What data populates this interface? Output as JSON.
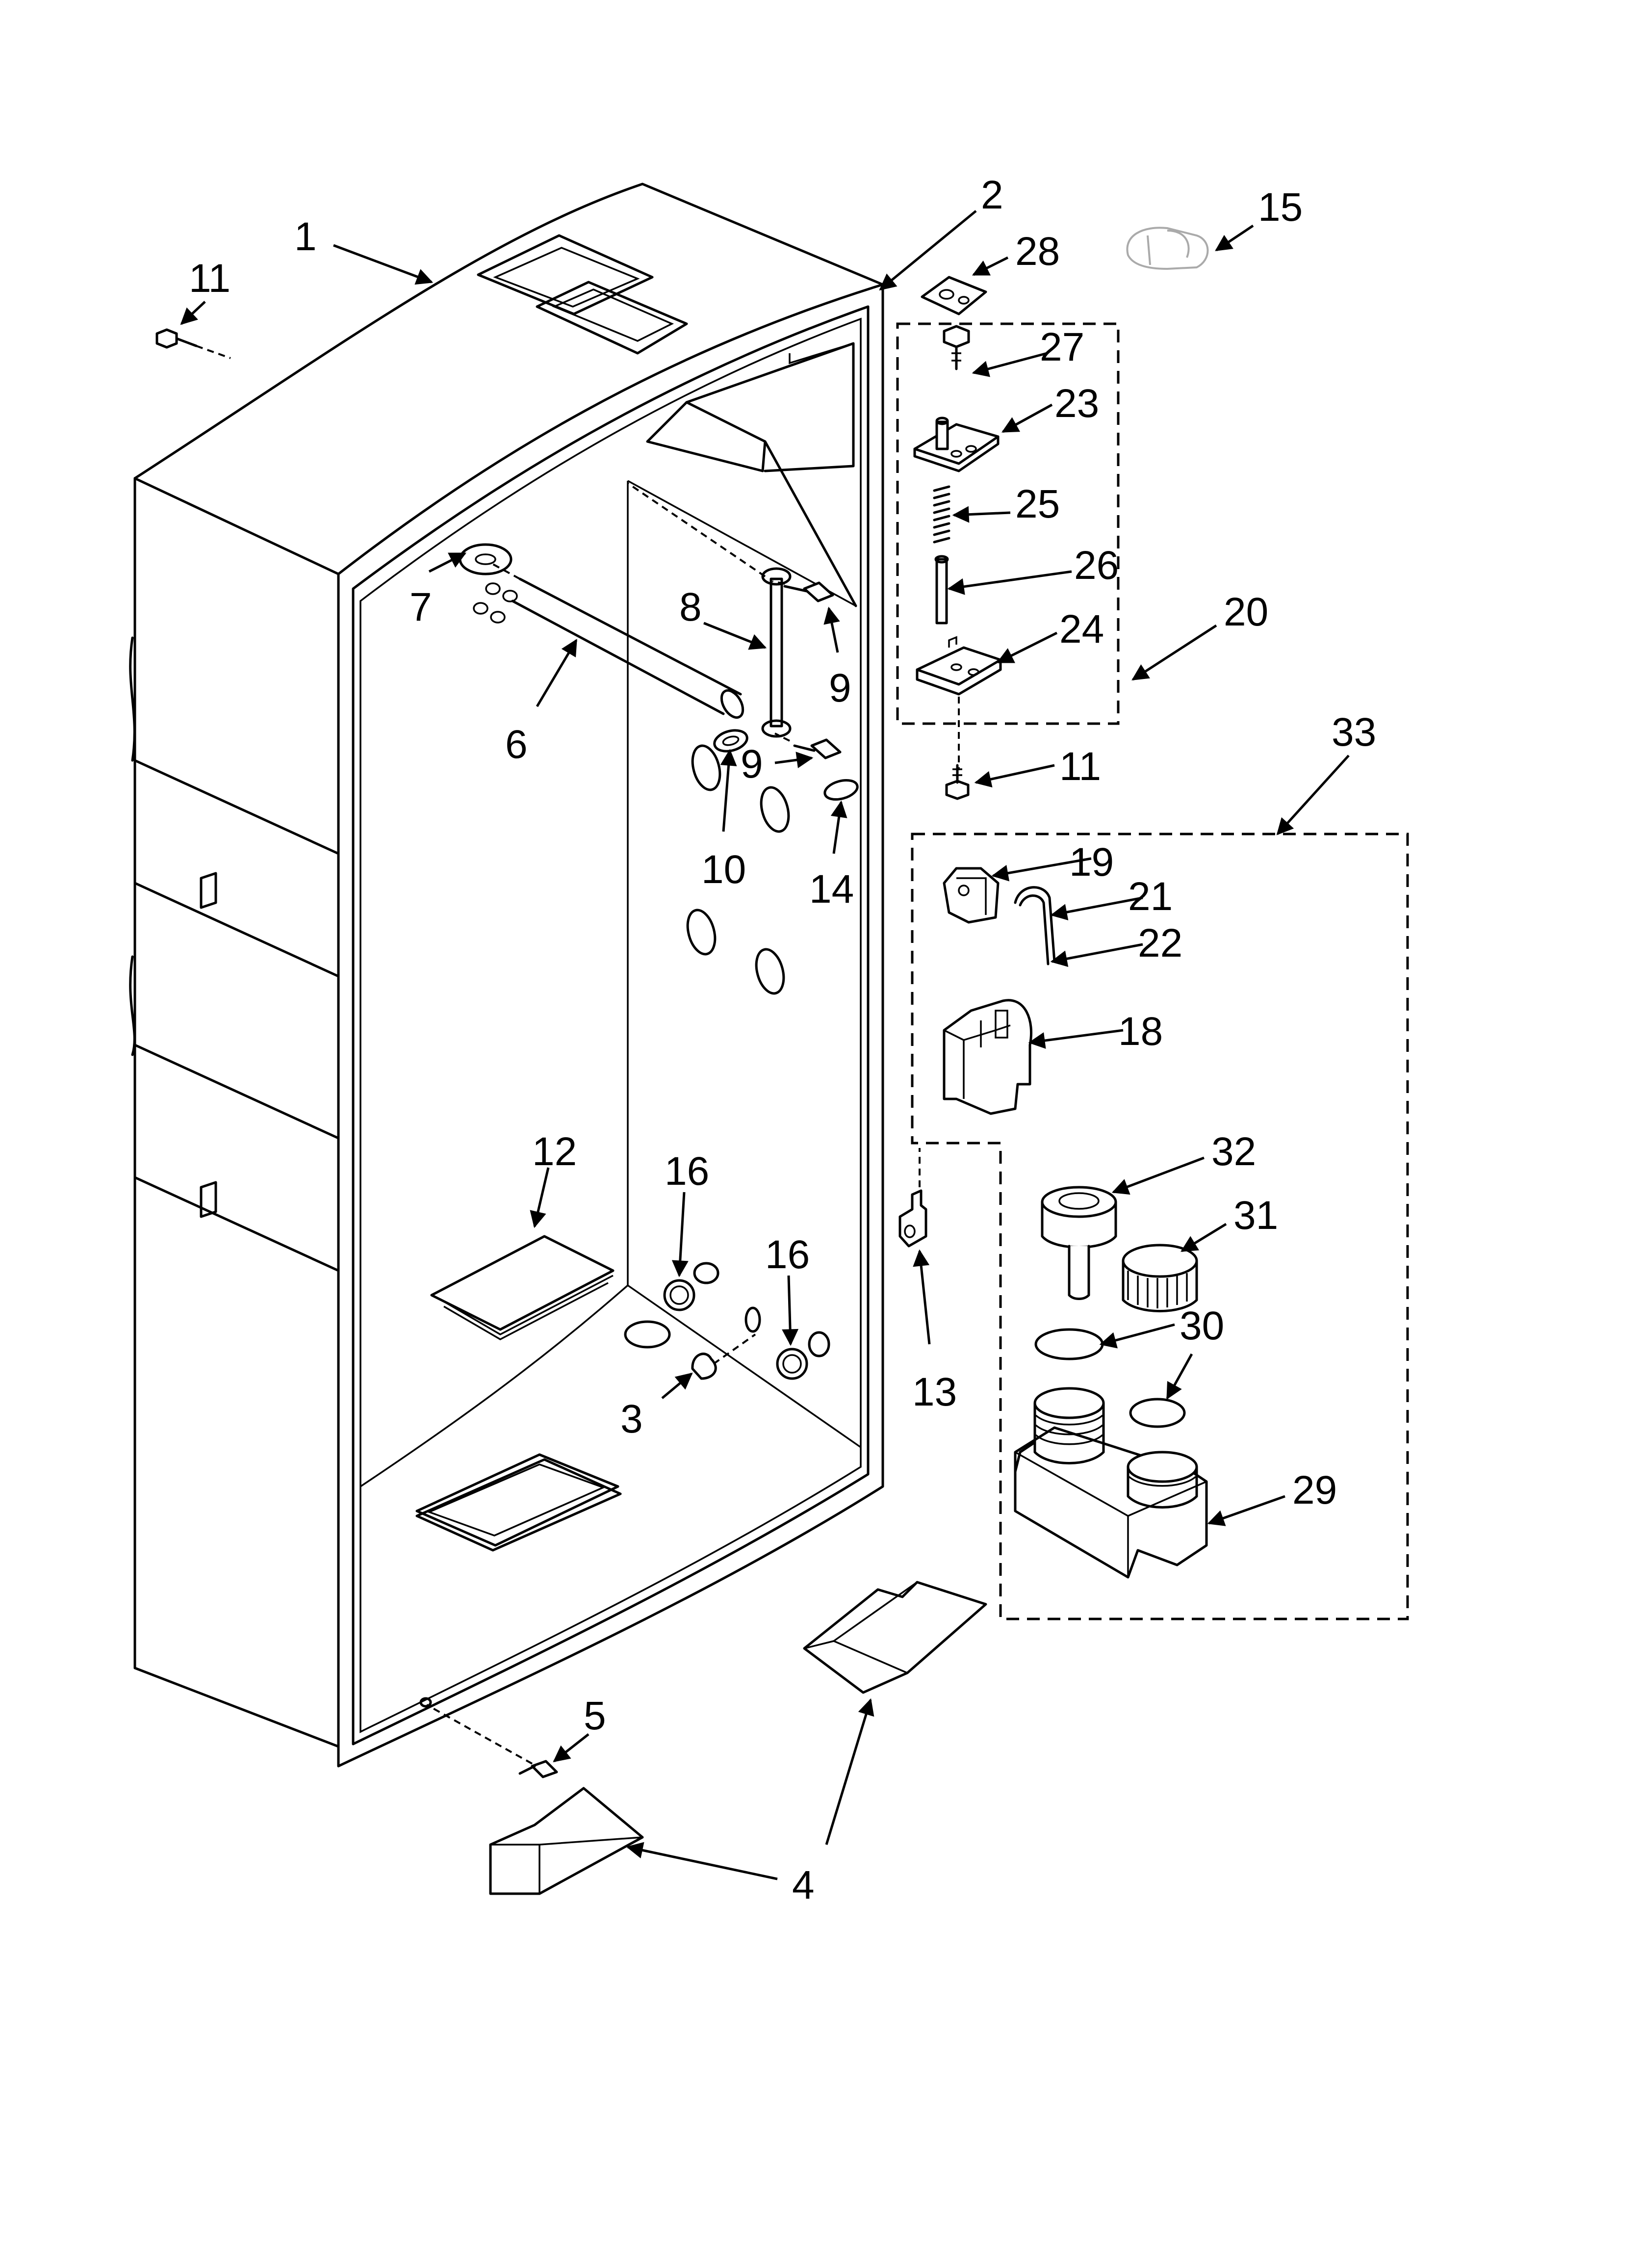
{
  "callouts": {
    "c1": "1",
    "c2": "2",
    "c3": "3",
    "c4": "4",
    "c5": "5",
    "c6": "6",
    "c7": "7",
    "c8": "8",
    "c9a": "9",
    "c9b": "9",
    "c10": "10",
    "c11a": "11",
    "c11b": "11",
    "c12": "12",
    "c13": "13",
    "c14": "14",
    "c15": "15",
    "c16a": "16",
    "c16b": "16",
    "c18": "18",
    "c19": "19",
    "c20": "20",
    "c21": "21",
    "c22": "22",
    "c23": "23",
    "c24": "24",
    "c25": "25",
    "c26": "26",
    "c27": "27",
    "c28": "28",
    "c29": "29",
    "c30": "30",
    "c31": "31",
    "c32": "32",
    "c33": "33"
  }
}
